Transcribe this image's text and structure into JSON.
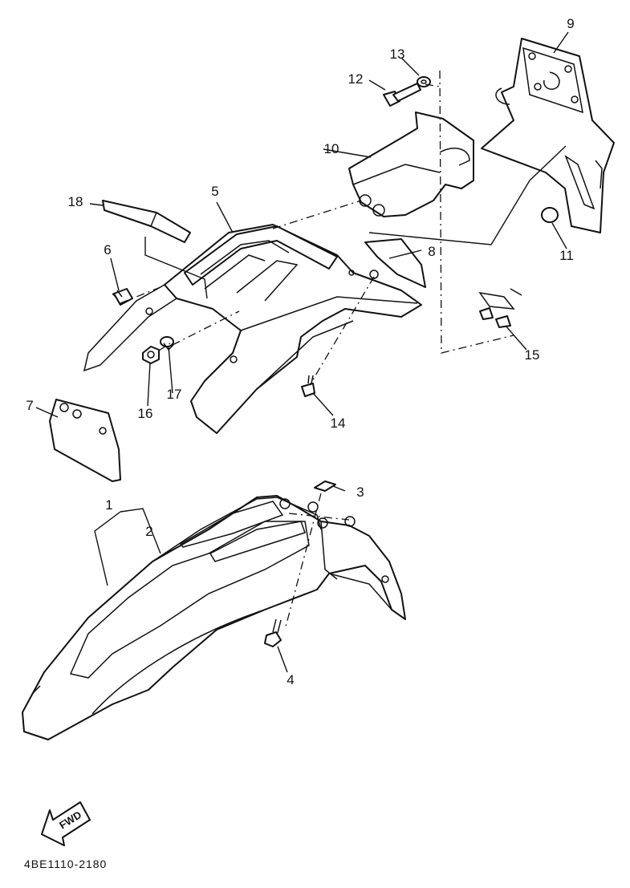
{
  "callouts": [
    "1",
    "2",
    "3",
    "4",
    "5",
    "6",
    "7",
    "8",
    "9",
    "10",
    "11",
    "12",
    "13",
    "14",
    "15",
    "16",
    "17",
    "18"
  ],
  "direction_label": "FWD",
  "diagram_code": "4BE1110-2180"
}
